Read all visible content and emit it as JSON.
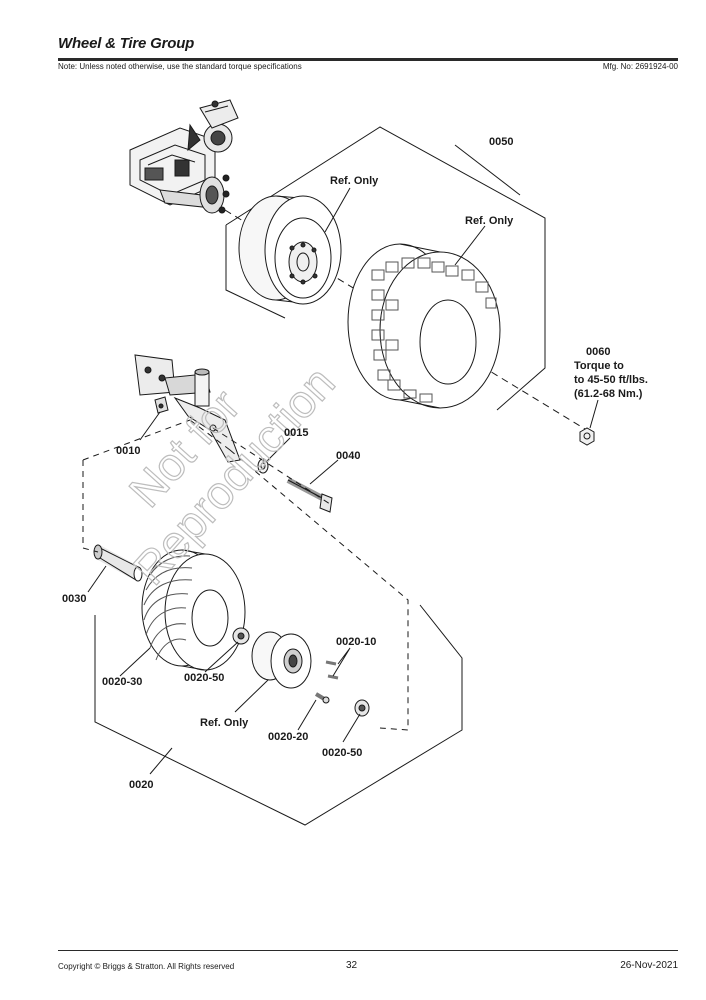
{
  "header": {
    "title": "Wheel & Tire Group",
    "note": "Note: Unless noted otherwise, use the standard torque specifications",
    "mfg_no": "Mfg. No: 2691924-00"
  },
  "callouts": {
    "c0050": "0050",
    "ref_only_rim": "Ref. Only",
    "ref_only_tire": "Ref. Only",
    "c0060": "0060",
    "c0060_torque_1": "Torque to",
    "c0060_torque_2": "to 45-50 ft/lbs.",
    "c0060_torque_3": "(61.2-68 Nm.)",
    "c0010": "0010",
    "c0015": "0015",
    "c0040": "0040",
    "c0030": "0030",
    "c0020_10": "0020-10",
    "c0020_30": "0020-30",
    "c0020_50_left": "0020-50",
    "ref_only_hub": "Ref. Only",
    "c0020_20": "0020-20",
    "c0020_50_right": "0020-50",
    "c0020": "0020"
  },
  "watermark": {
    "line1": "Not for",
    "line2": "Reproduction"
  },
  "footer": {
    "copyright": "Copyright © Briggs & Stratton. All Rights reserved",
    "page": "32",
    "date": "26-Nov-2021"
  }
}
